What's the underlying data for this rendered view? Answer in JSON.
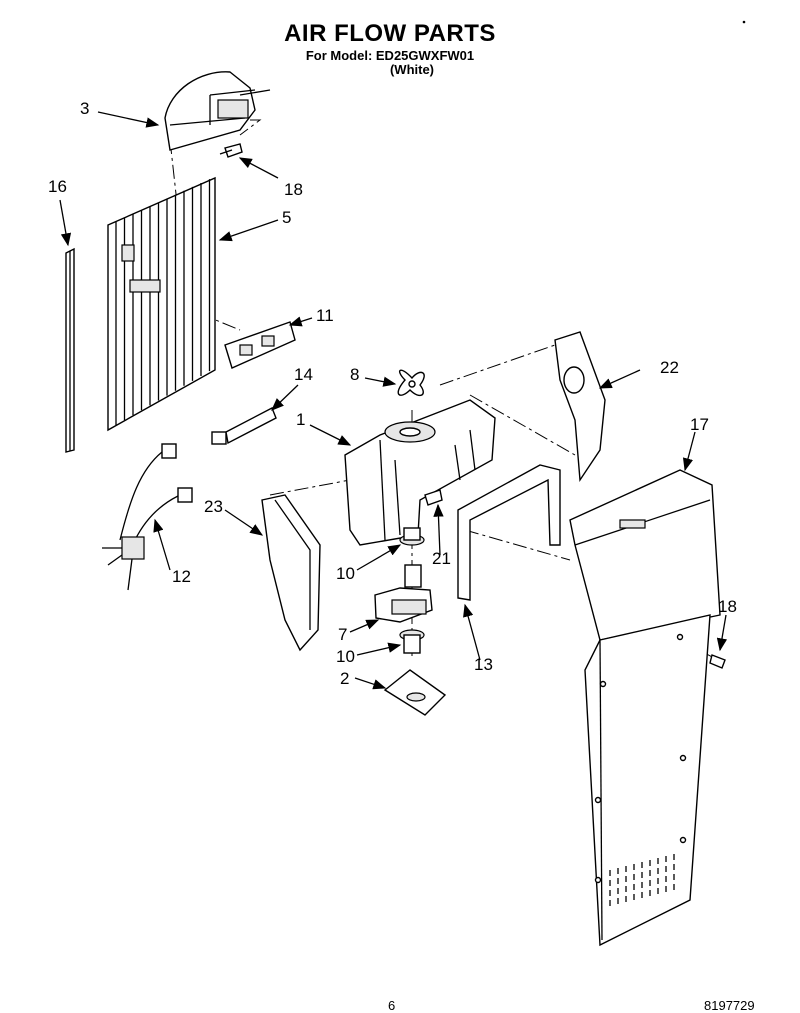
{
  "header": {
    "title": "AIR FLOW PARTS",
    "model_line": "For Model: ED25GWXFW01",
    "color_line": "(White)"
  },
  "footer": {
    "page_number": "6",
    "document_number": "8197729"
  },
  "callouts": {
    "c1": "1",
    "c2": "2",
    "c3": "3",
    "c5": "5",
    "c7": "7",
    "c8": "8",
    "c10a": "10",
    "c10b": "10",
    "c11": "11",
    "c12": "12",
    "c13": "13",
    "c14": "14",
    "c16": "16",
    "c17": "17",
    "c18a": "18",
    "c18b": "18",
    "c21": "21",
    "c22": "22",
    "c23": "23"
  }
}
